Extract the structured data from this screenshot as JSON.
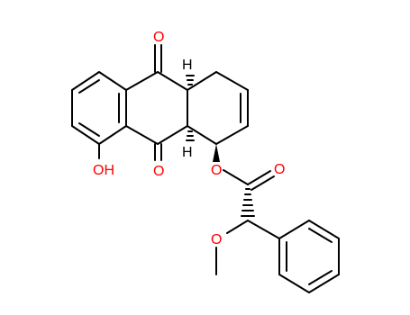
{
  "molecule": {
    "atoms": {
      "o_top": {
        "text": "O",
        "color": "#ff0000"
      },
      "o_mid": {
        "text": "O",
        "color": "#ff0000"
      },
      "oh": {
        "text": "OH",
        "color": "#ff0000"
      },
      "h_top": {
        "text": "H",
        "color": "#000000"
      },
      "h_mid": {
        "text": "H",
        "color": "#000000"
      },
      "o_ester": {
        "text": "O",
        "color": "#ff0000"
      },
      "o_carb": {
        "text": "O",
        "color": "#ff0000"
      },
      "o_meth": {
        "text": "O",
        "color": "#ff0000"
      }
    },
    "colors": {
      "bond": "#000000",
      "heteroatom": "#ff0000",
      "background": "#ffffff"
    }
  }
}
